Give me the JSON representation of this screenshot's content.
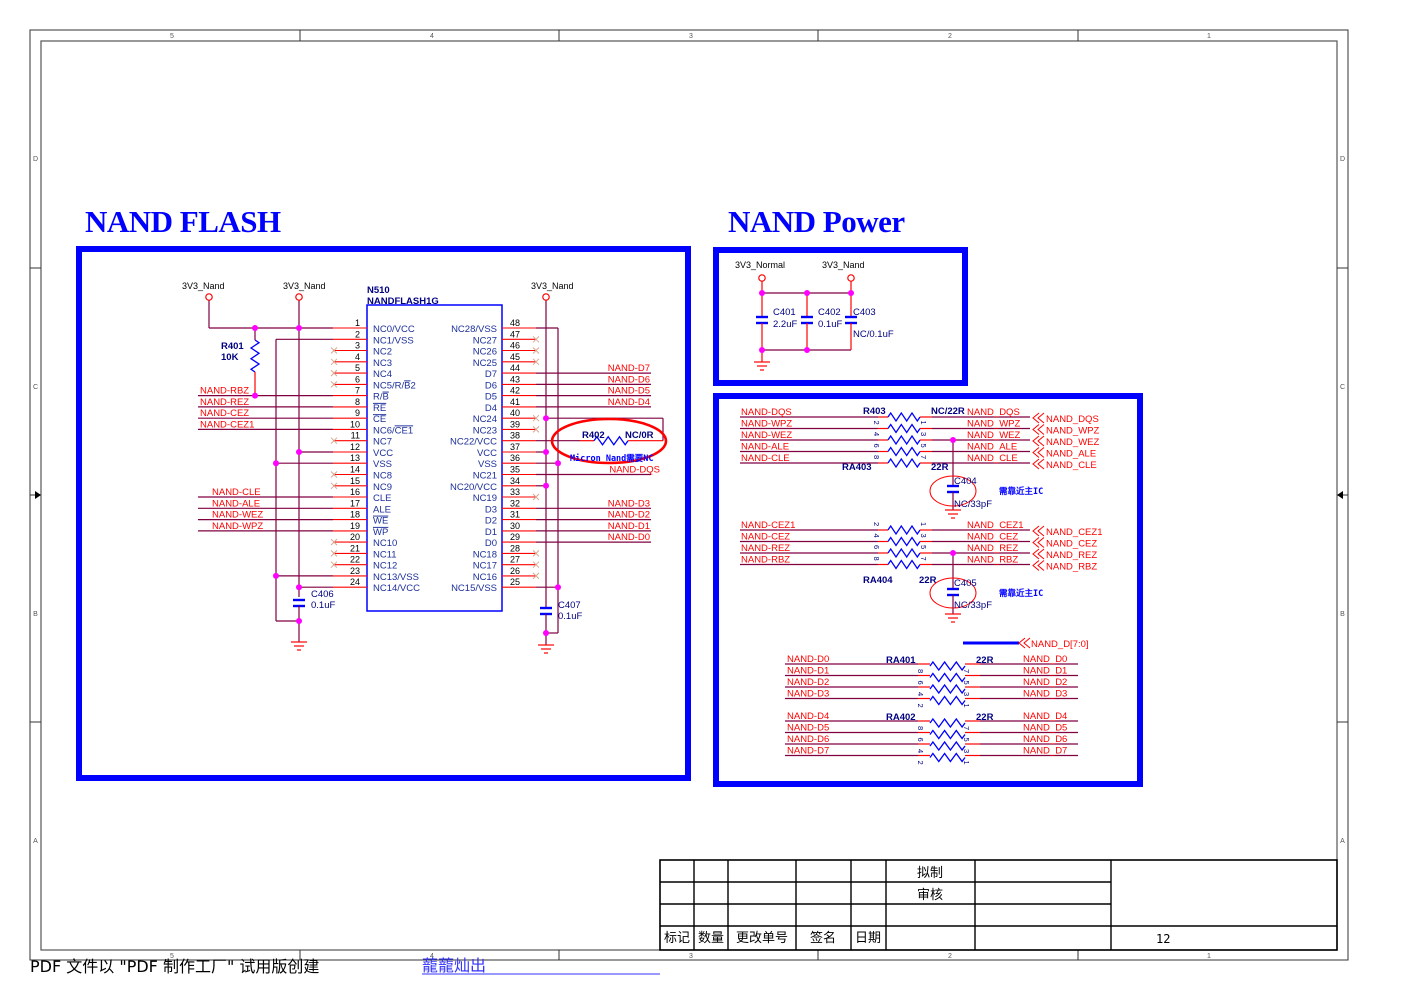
{
  "frame": {
    "columns": [
      "5",
      "4",
      "3",
      "2",
      "1"
    ],
    "rows": [
      "D",
      "C",
      "B",
      "A"
    ]
  },
  "colors": {
    "title": "#0000ff",
    "section_border": "#0000ff",
    "net_label": "#ff0000",
    "pin": "#ff0000",
    "wire": "#800040",
    "junction": "#ff00ff",
    "component": "#0000ff",
    "ref_text": "#000080",
    "no_connect": "#d8a890",
    "annotation_circle": "#ff0000"
  },
  "titles": {
    "nand_flash": "NAND FLASH",
    "nand_power": "NAND Power"
  },
  "flash": {
    "chip": {
      "ref": "N510",
      "part": "NANDFLASH1G",
      "left_pins": [
        {
          "num": "1",
          "name": "NC0/VCC"
        },
        {
          "num": "2",
          "name": "NC1/VSS"
        },
        {
          "num": "3",
          "name": "NC2",
          "nc": true
        },
        {
          "num": "4",
          "name": "NC3",
          "nc": true
        },
        {
          "num": "5",
          "name": "NC4",
          "nc": true
        },
        {
          "num": "6",
          "name": "NC5/R/B2",
          "nc": true,
          "overbar": "B"
        },
        {
          "num": "7",
          "name": "R/B",
          "overbar": "B"
        },
        {
          "num": "8",
          "name": "RE",
          "overbar": "RE"
        },
        {
          "num": "9",
          "name": "CE",
          "overbar": "CE"
        },
        {
          "num": "10",
          "name": "NC6/CE1",
          "overbar": "CE1"
        },
        {
          "num": "11",
          "name": "NC7",
          "nc": true
        },
        {
          "num": "12",
          "name": "VCC"
        },
        {
          "num": "13",
          "name": "VSS"
        },
        {
          "num": "14",
          "name": "NC8",
          "nc": true
        },
        {
          "num": "15",
          "name": "NC9",
          "nc": true
        },
        {
          "num": "16",
          "name": "CLE"
        },
        {
          "num": "17",
          "name": "ALE"
        },
        {
          "num": "18",
          "name": "WE",
          "overbar": "WE"
        },
        {
          "num": "19",
          "name": "WP",
          "overbar": "WP"
        },
        {
          "num": "20",
          "name": "NC10",
          "nc": true
        },
        {
          "num": "21",
          "name": "NC11",
          "nc": true
        },
        {
          "num": "22",
          "name": "NC12",
          "nc": true
        },
        {
          "num": "23",
          "name": "NC13/VSS"
        },
        {
          "num": "24",
          "name": "NC14/VCC"
        }
      ],
      "right_pins": [
        {
          "num": "48",
          "name": "NC28/VSS"
        },
        {
          "num": "47",
          "name": "NC27",
          "nc": true
        },
        {
          "num": "46",
          "name": "NC26",
          "nc": true
        },
        {
          "num": "45",
          "name": "NC25",
          "nc": true
        },
        {
          "num": "44",
          "name": "D7"
        },
        {
          "num": "43",
          "name": "D6"
        },
        {
          "num": "42",
          "name": "D5"
        },
        {
          "num": "41",
          "name": "D4"
        },
        {
          "num": "40",
          "name": "NC24",
          "nc": true
        },
        {
          "num": "39",
          "name": "NC23",
          "nc": true
        },
        {
          "num": "38",
          "name": "NC22/VCC"
        },
        {
          "num": "37",
          "name": "VCC"
        },
        {
          "num": "36",
          "name": "VSS"
        },
        {
          "num": "35",
          "name": "NC21"
        },
        {
          "num": "34",
          "name": "NC20/VCC"
        },
        {
          "num": "33",
          "name": "NC19",
          "nc": true
        },
        {
          "num": "32",
          "name": "D3"
        },
        {
          "num": "31",
          "name": "D2"
        },
        {
          "num": "30",
          "name": "D1"
        },
        {
          "num": "29",
          "name": "D0"
        },
        {
          "num": "28",
          "name": "NC18",
          "nc": true
        },
        {
          "num": "27",
          "name": "NC17",
          "nc": true
        },
        {
          "num": "26",
          "name": "NC16",
          "nc": true
        },
        {
          "num": "25",
          "name": "NC15/VSS"
        }
      ]
    },
    "power_ports": [
      "3V3_Nand",
      "3V3_Nand",
      "3V3_Nand"
    ],
    "r401": {
      "ref": "R401",
      "value": "10K"
    },
    "left_nets_upper": [
      "NAND-RBZ",
      "NAND-REZ",
      "NAND-CEZ",
      "NAND-CEZ1"
    ],
    "left_nets_lower": [
      "NAND-CLE",
      "NAND-ALE",
      "NAND-WEZ",
      "NAND-WPZ"
    ],
    "right_nets_upper": [
      "NAND-D7",
      "NAND-D6",
      "NAND-D5",
      "NAND-D4"
    ],
    "right_net_dqs": "NAND-DQS",
    "right_nets_lower": [
      "NAND-D3",
      "NAND-D2",
      "NAND-D1",
      "NAND-D0"
    ],
    "c406": {
      "ref": "C406",
      "value": "0.1uF"
    },
    "c407": {
      "ref": "C407",
      "value": "0.1uF"
    },
    "r402": {
      "ref": "R402",
      "value": "NC/0R",
      "note": "Micron Nand需要NC"
    }
  },
  "power": {
    "ports": [
      "3V3_Normal",
      "3V3_Nand"
    ],
    "caps": [
      {
        "ref": "C401",
        "value": "2.2uF"
      },
      {
        "ref": "C402",
        "value": "0.1uF"
      },
      {
        "ref": "C403",
        "value": "NC/0.1uF"
      }
    ]
  },
  "series": {
    "group1": {
      "single": {
        "ref": "R403",
        "value": "NC/22R"
      },
      "array": {
        "ref": "RA403",
        "value": "22R"
      },
      "rows": [
        {
          "in": "NAND-DQS",
          "out": "NAND_DQS",
          "port": "NAND_DQS"
        },
        {
          "in": "NAND-WPZ",
          "out": "NAND_WPZ",
          "port": "NAND_WPZ"
        },
        {
          "in": "NAND-WEZ",
          "out": "NAND_WEZ",
          "port": "NAND_WEZ"
        },
        {
          "in": "NAND-ALE",
          "out": "NAND_ALE",
          "port": "NAND_ALE"
        },
        {
          "in": "NAND-CLE",
          "out": "NAND_CLE",
          "port": "NAND_CLE"
        }
      ],
      "pins_left": [
        "2",
        "4",
        "6",
        "8"
      ],
      "pins_right": [
        "1",
        "3",
        "5",
        "7"
      ],
      "cap": {
        "ref": "C404",
        "value": "NC/33pF",
        "note": "需靠近主IC"
      }
    },
    "group2": {
      "array": {
        "ref": "RA404",
        "value": "22R"
      },
      "rows": [
        {
          "in": "NAND-CEZ1",
          "out": "NAND_CEZ1",
          "port": "NAND_CEZ1"
        },
        {
          "in": "NAND-CEZ",
          "out": "NAND_CEZ",
          "port": "NAND_CEZ"
        },
        {
          "in": "NAND-REZ",
          "out": "NAND_REZ",
          "port": "NAND_REZ"
        },
        {
          "in": "NAND-RBZ",
          "out": "NAND_RBZ",
          "port": "NAND_RBZ"
        }
      ],
      "pins_left": [
        "2",
        "4",
        "6",
        "8"
      ],
      "pins_right": [
        "1",
        "3",
        "5",
        "7"
      ],
      "cap": {
        "ref": "C405",
        "value": "NC/33pF",
        "note": "需靠近主IC"
      }
    },
    "bus": "NAND_D[7:0]",
    "data_arrays": [
      {
        "ref": "RA401",
        "value": "22R",
        "rows": [
          {
            "in": "NAND-D0",
            "out": "NAND_D0"
          },
          {
            "in": "NAND-D1",
            "out": "NAND_D1"
          },
          {
            "in": "NAND-D2",
            "out": "NAND_D2"
          },
          {
            "in": "NAND-D3",
            "out": "NAND_D3"
          }
        ],
        "pins_left": [
          "8",
          "6",
          "4",
          "2"
        ],
        "pins_right": [
          "7",
          "5",
          "3",
          "1"
        ]
      },
      {
        "ref": "RA402",
        "value": "22R",
        "rows": [
          {
            "in": "NAND-D4",
            "out": "NAND_D4"
          },
          {
            "in": "NAND-D5",
            "out": "NAND_D5"
          },
          {
            "in": "NAND-D6",
            "out": "NAND_D6"
          },
          {
            "in": "NAND-D7",
            "out": "NAND_D7"
          }
        ],
        "pins_left": [
          "8",
          "6",
          "4",
          "2"
        ],
        "pins_right": [
          "7",
          "5",
          "3",
          "1"
        ]
      }
    ]
  },
  "title_block": {
    "drafted_label": "拟制",
    "reviewed_label": "审核",
    "header": [
      "标记",
      "数量",
      "更改单号",
      "签名",
      "日期"
    ],
    "sheet_number": "12"
  },
  "watermark": {
    "text": "PDF 文件以 \"PDF 制作工厂\" 试用版创建",
    "link": "蘢蘢灿出"
  }
}
